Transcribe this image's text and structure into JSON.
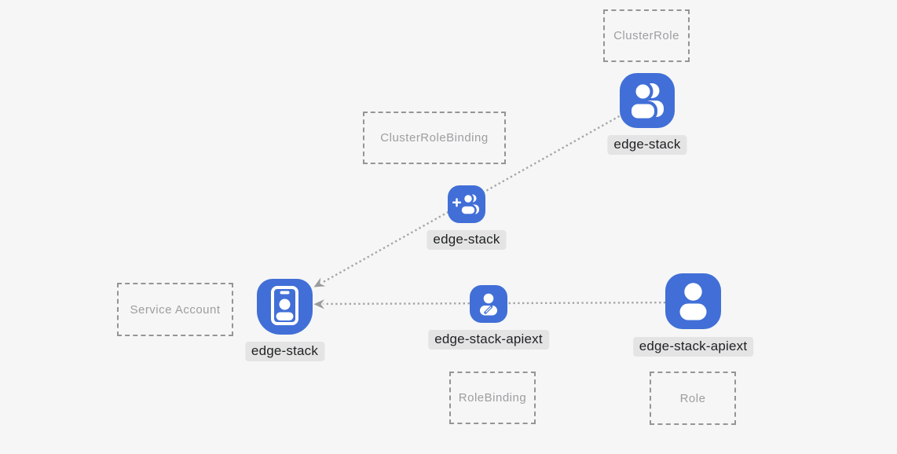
{
  "diagram": {
    "kind": "kubernetes-rbac-graph",
    "boxes": {
      "cluster_role": {
        "label": "ClusterRole"
      },
      "cluster_role_binding": {
        "label": "ClusterRoleBinding"
      },
      "service_account": {
        "label": "Service Account"
      },
      "role_binding": {
        "label": "RoleBinding"
      },
      "role": {
        "label": "Role"
      }
    },
    "nodes": {
      "cluster_role": {
        "label": "edge-stack",
        "type": "ClusterRole",
        "icon": "people-icon"
      },
      "cluster_role_binding": {
        "label": "edge-stack",
        "type": "ClusterRoleBinding",
        "icon": "person-add-icon"
      },
      "service_account": {
        "label": "edge-stack",
        "type": "Service Account",
        "icon": "badge-icon"
      },
      "role_binding": {
        "label": "edge-stack-apiext",
        "type": "RoleBinding",
        "icon": "person-edit-icon"
      },
      "role": {
        "label": "edge-stack-apiext",
        "type": "Role",
        "icon": "person-icon"
      }
    },
    "edges": [
      {
        "from": "edge-stack (ClusterRole)",
        "through": "edge-stack (ClusterRoleBinding)",
        "to": "edge-stack (Service Account)",
        "style": "dotted",
        "arrow": "at-service-account"
      },
      {
        "from": "edge-stack-apiext (Role)",
        "through": "edge-stack-apiext (RoleBinding)",
        "to": "edge-stack (Service Account)",
        "style": "dotted",
        "arrow": "at-service-account"
      }
    ]
  },
  "colors": {
    "bg": "#f5f6f5",
    "node_blue": "#416fd7",
    "label_bg": "#e3e4e3",
    "label_text": "#1f2023",
    "dashed_border": "#939596",
    "dashed_text": "#9c9ea0",
    "edge_color": "#a6a6a6",
    "arrow_color": "#999b9c"
  }
}
